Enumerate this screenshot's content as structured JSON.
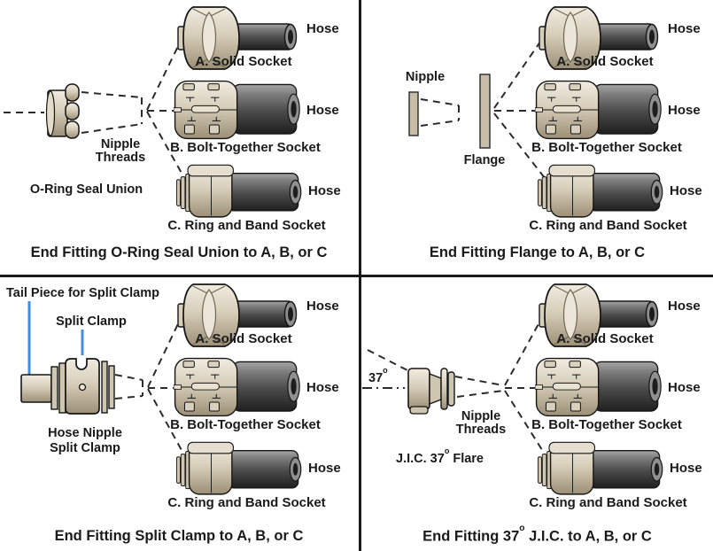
{
  "palette": {
    "body_tan": "#d7ceba",
    "body_tan_light": "#f1ece1",
    "body_tan_dark": "#9b8f75",
    "hose_gray_top": "#a6a6a6",
    "hose_gray_bottom": "#1f1f1f",
    "outline": "#151515",
    "dash_line": "#2b2b2b",
    "leader_blue": "#3f8fdc",
    "text": "#1a1a1a"
  },
  "sockets": {
    "a_label": "A. Solid Socket",
    "b_label": "B. Bolt-Together Socket",
    "c_label": "C. Ring and Band Socket",
    "hose_label": "Hose"
  },
  "quadrants": {
    "top_left": {
      "nipple_line1": "Nipple",
      "nipple_line2": "Threads",
      "name": "O-Ring Seal Union",
      "caption": "End Fitting O-Ring Seal Union to A, B, or C"
    },
    "top_right": {
      "nipple": "Nipple",
      "flange": "Flange",
      "caption": "End Fitting Flange to A, B, or C"
    },
    "bottom_left": {
      "tail_piece": "Tail Piece for Split Clamp",
      "split_clamp": "Split Clamp",
      "name_line1": "Hose Nipple",
      "name_line2": "Split Clamp",
      "caption": "End Fitting Split Clamp to A, B, or C"
    },
    "bottom_right": {
      "angle_num": "37",
      "angle_sup": "o",
      "nipple_line1": "Nipple",
      "nipple_line2": "Threads",
      "name_pre": "J.I.C. 37",
      "name_sup": "o",
      "name_post": " Flare",
      "caption_pre": "End Fitting 37",
      "caption_sup": "o",
      "caption_post": " J.I.C. to A, B, or C"
    }
  }
}
